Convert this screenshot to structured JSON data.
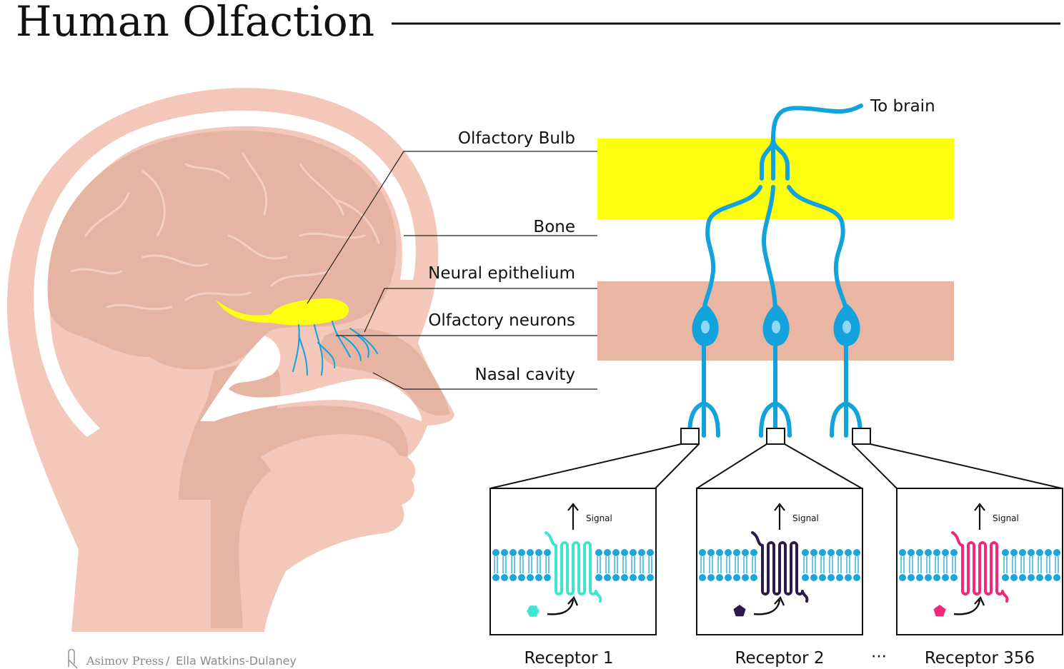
{
  "title": "Human Olfaction",
  "labels": {
    "olfactory_bulb": "Olfactory Bulb",
    "bone": "Bone",
    "neural_epithelium": "Neural epithelium",
    "olfactory_neurons": "Olfactory neurons",
    "nasal_cavity": "Nasal cavity",
    "to_brain": "To brain"
  },
  "receptors": [
    {
      "caption": "Receptor 1",
      "signal": "Signal",
      "color": "#3ee6d0",
      "ligand": "hexagon"
    },
    {
      "caption": "Receptor 2",
      "signal": "Signal",
      "color": "#2e1a4a",
      "ligand": "pentagon"
    },
    {
      "caption": "Receptor 356",
      "signal": "Signal",
      "color": "#f0287a",
      "ligand": "pentagon"
    }
  ],
  "ellipsis": "···",
  "credit": {
    "press": "Asimov Press",
    "separator": "/",
    "author": "Ella Watkins-Dulaney"
  },
  "colors": {
    "bulb": "#ffff10",
    "epithelium": "#e8b6a2",
    "nerve": "#12a3dc",
    "skin": "#f3c7b9",
    "brain": "#e6b4a2",
    "membrane": "#1aa6dc"
  }
}
